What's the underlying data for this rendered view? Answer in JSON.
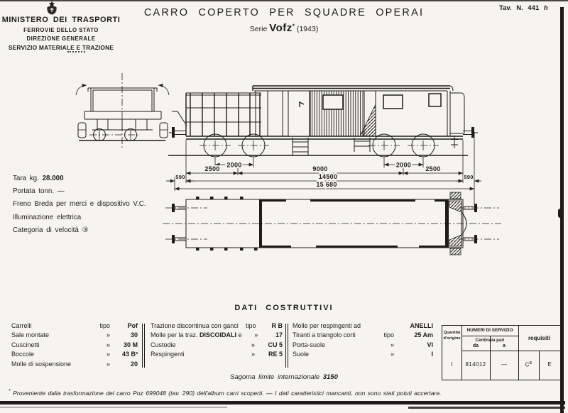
{
  "plate": {
    "main": "Tav. N. 441",
    "suffix": "h"
  },
  "header": {
    "ministry": [
      "MINISTERO DEI TRASPORTI",
      "FERROVIE DELLO STATO",
      "DIREZIONE GENERALE",
      "SERVIZIO MATERIALE E TRAZIONE"
    ],
    "title": "CARRO COPERTO PER SQUADRE OPERAI",
    "serie_label": "Serie",
    "serie_name": "Vofz",
    "serie_mark": "*",
    "serie_year": "(1943)"
  },
  "specs": {
    "rows": [
      {
        "label": "Tara kg.",
        "value": "28.000"
      },
      {
        "label": "Portata tonn.",
        "value": "—"
      },
      {
        "label": "Freno Breda per merci e dispositivo V.C.",
        "value": ""
      },
      {
        "label": "Illuminazione elettrica",
        "value": ""
      },
      {
        "label": "Categoria di velocità",
        "value": "③"
      }
    ]
  },
  "drawing": {
    "dims": {
      "bogie_left": "2000",
      "bogie_right": "2000",
      "span_left": "2500",
      "span_mid": "9000",
      "span_right": "2500",
      "overhang_left": "590",
      "body": "14500",
      "overhang_right": "590",
      "total": "15 680"
    }
  },
  "dati": {
    "title": "DATI COSTRUTTIVI",
    "col1": [
      {
        "name": "Carrelli",
        "tipo": "tipo",
        "value": "Pof"
      },
      {
        "name": "Sale montate",
        "tipo": "»",
        "value": "30"
      },
      {
        "name": "Cuscinetti",
        "tipo": "»",
        "value": "30 M"
      },
      {
        "name": "Boccole",
        "tipo": "»",
        "value": "43 B³"
      },
      {
        "name": "Molle di sospensione",
        "tipo": "»",
        "value": "20"
      }
    ],
    "col2": [
      {
        "name": "Trazione discontinua con ganci",
        "tipo": "tipo",
        "value": "R B"
      },
      {
        "name_pre": "Molle per la traz.",
        "name_bold": "DISCOIDALI",
        "name_post": "e",
        "tipo": "»",
        "value": "17"
      },
      {
        "name": "Custodie",
        "tipo": "»",
        "value": "CU 5"
      },
      {
        "name": "Respingenti",
        "tipo": "»",
        "value": "RE 5"
      }
    ],
    "col3": [
      {
        "name": "Molle per respingenti ad",
        "tipo": "",
        "value": "ANELLI"
      },
      {
        "name": "Tiranti a triangolo corti",
        "tipo": "tipo",
        "value": "25 Am"
      },
      {
        "name": "Porta-suole",
        "tipo": "»",
        "value": "VI"
      },
      {
        "name": "Suole",
        "tipo": "»",
        "value": "I"
      }
    ]
  },
  "table": {
    "qty_header": "Quantità d'origine",
    "numeri_header": "NUMERI DI SERVIZIO",
    "centinaia": "Centinaia pari",
    "da": "da",
    "a": "a",
    "requisiti": "requisiti",
    "row": {
      "qty": "I",
      "da": "814012",
      "a": "—",
      "req1": "C",
      "req1_sup": "B",
      "req2": "E"
    }
  },
  "sagoma": {
    "label": "Sagoma limite internazionale",
    "value": "3150"
  },
  "footnote": {
    "marker": "*",
    "text": "Proveniente dalla trasformazione del carro Poz 699048 (tav. 290) dell'album carri scoperti. — I dati caratteristici mancanti, non sono stati potuti accertare."
  }
}
